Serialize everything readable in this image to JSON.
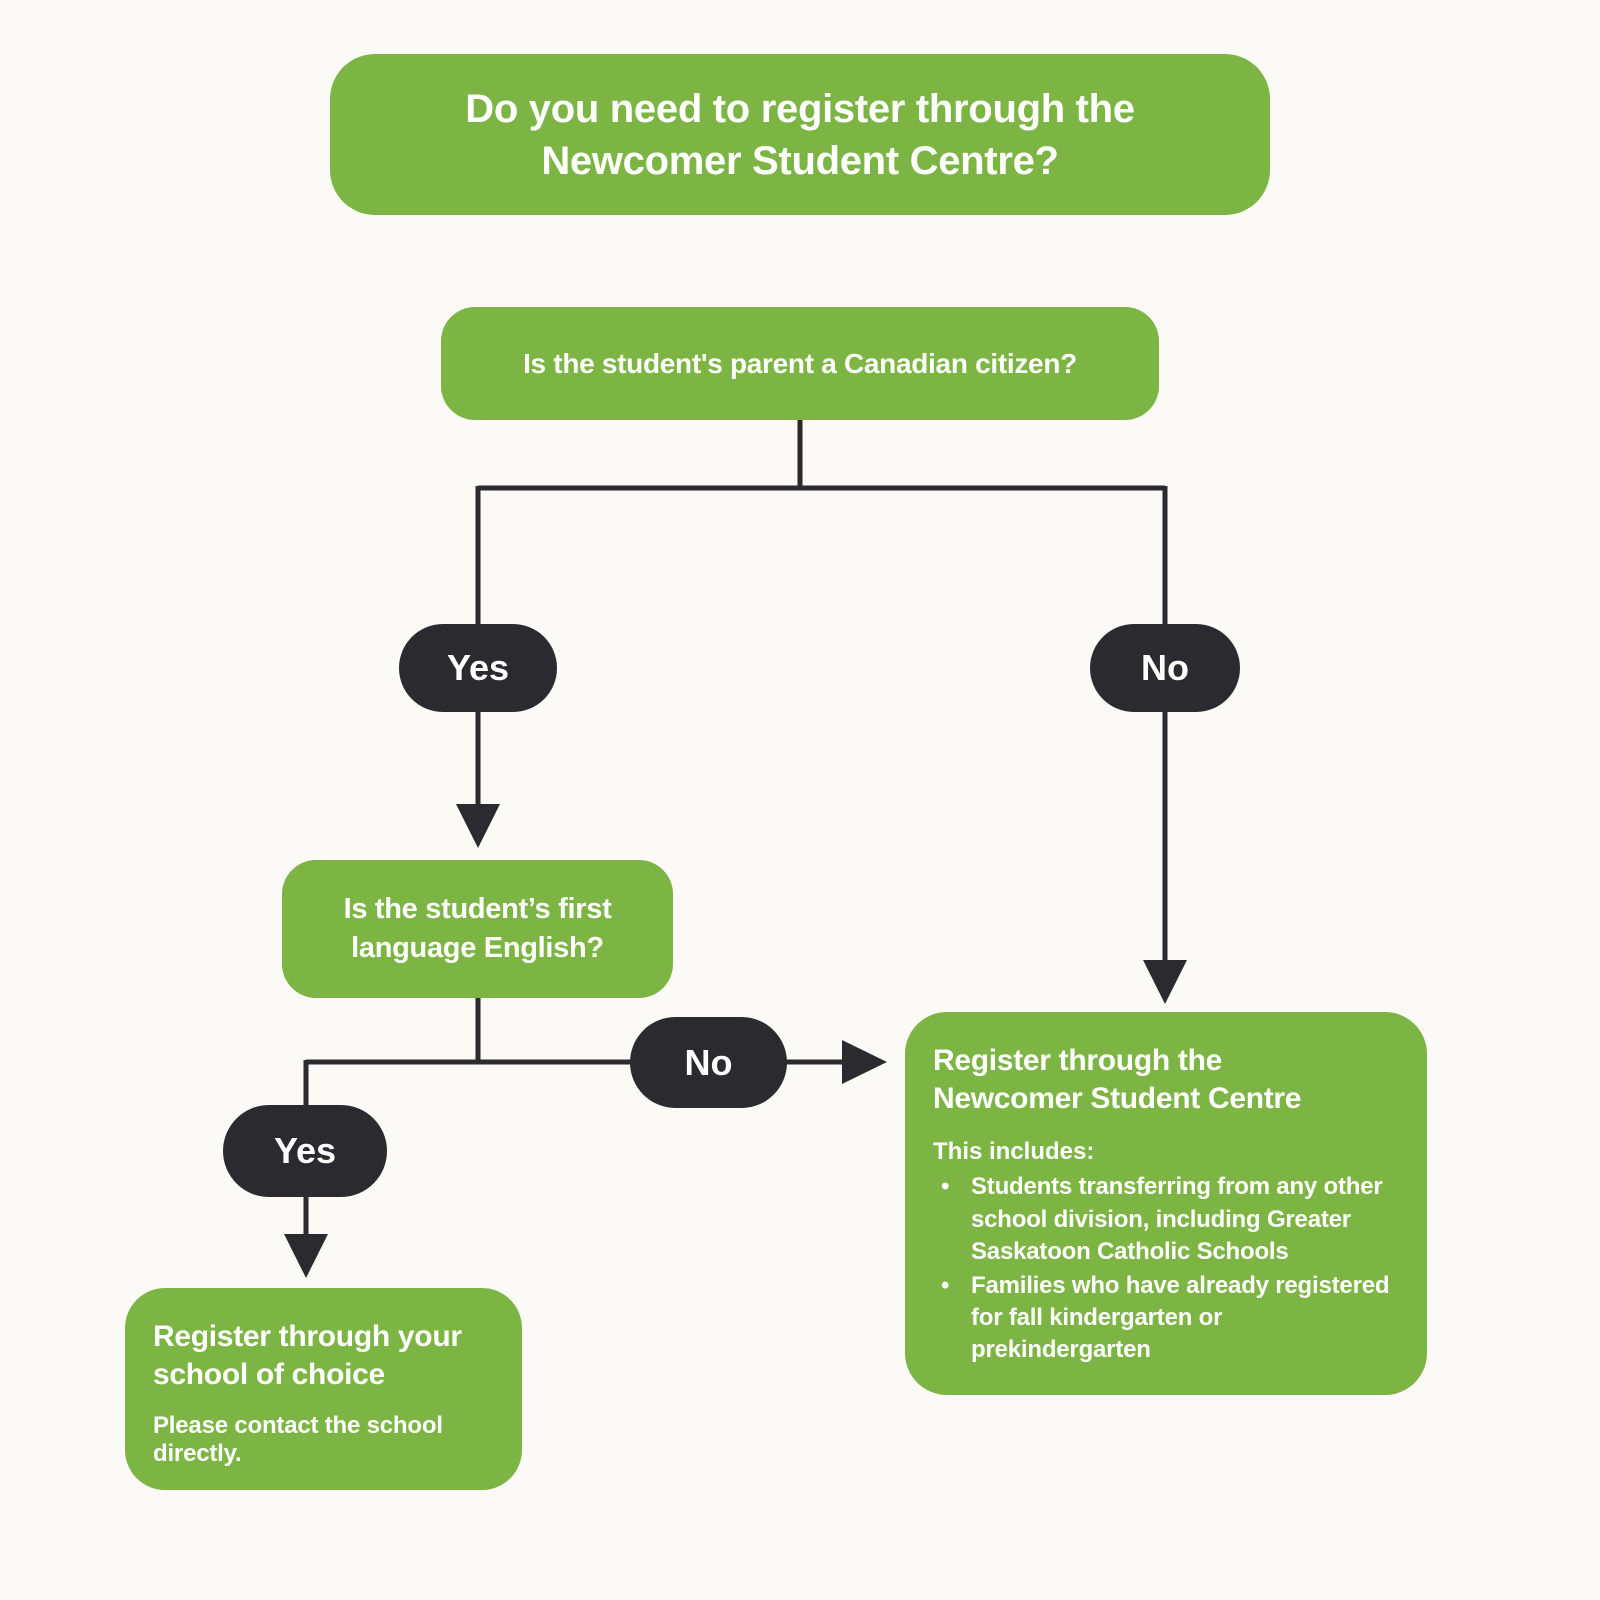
{
  "colors": {
    "green": "#7cb543",
    "dark": "#2b2a2e",
    "line": "#2b2a2e",
    "background": "#fbfaf7",
    "text": "#ffffff"
  },
  "title": {
    "lines": [
      "Do you need to register through the",
      "Newcomer Student Centre?"
    ]
  },
  "questions": {
    "parent_citizen": {
      "text": "Is the student's parent a Canadian citizen?",
      "yes_label": "Yes",
      "no_label": "No"
    },
    "first_language": {
      "lines": [
        "Is the student’s first",
        "language English?"
      ],
      "yes_label": "Yes",
      "no_label": "No"
    }
  },
  "outcomes": {
    "school_of_choice": {
      "heading_lines": [
        "Register through your",
        "school of choice"
      ],
      "body_lines": [
        "Please contact the school",
        "directly."
      ]
    },
    "newcomer_centre": {
      "heading_lines": [
        "Register through the",
        "Newcomer Student Centre"
      ],
      "intro": "This includes:",
      "bullets": [
        "Students transferring from any other school division, including Greater Saskatoon Catholic Schools",
        "Families who have already registered for fall kindergarten or prekindergarten"
      ]
    }
  }
}
